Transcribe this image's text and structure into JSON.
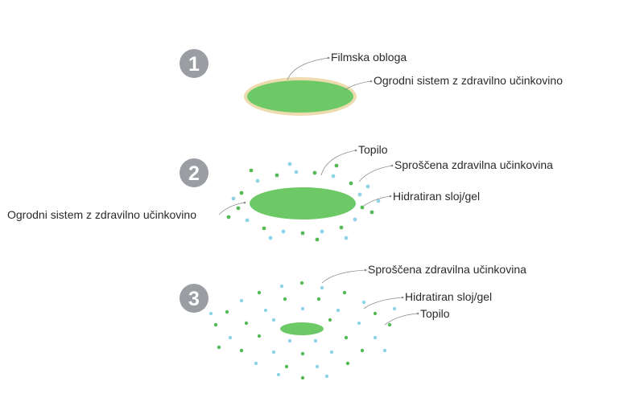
{
  "colors": {
    "tablet_fill": "#6cc965",
    "coating": "#eddcb0",
    "drug_dot": "#56b957",
    "water_dot": "#8fd3e6",
    "step_badge": "#9a9ea3",
    "leader": "#8a8a8a"
  },
  "steps": [
    {
      "number": "1",
      "labels": {
        "coating": "Filmska obloga",
        "matrix": "Ogrodni sistem z zdravilno učinkovino"
      }
    },
    {
      "number": "2",
      "labels": {
        "solvent": "Topilo",
        "released": "Sproščena zdravilna učinkovina",
        "matrix": "Ogrodni sistem z zdravilno učinkovino",
        "gel": "Hidratiran sloj/gel"
      }
    },
    {
      "number": "3",
      "labels": {
        "released": "Sproščena zdravilna učinkovina",
        "gel": "Hidratiran sloj/gel",
        "solvent": "Topilo"
      }
    }
  ]
}
